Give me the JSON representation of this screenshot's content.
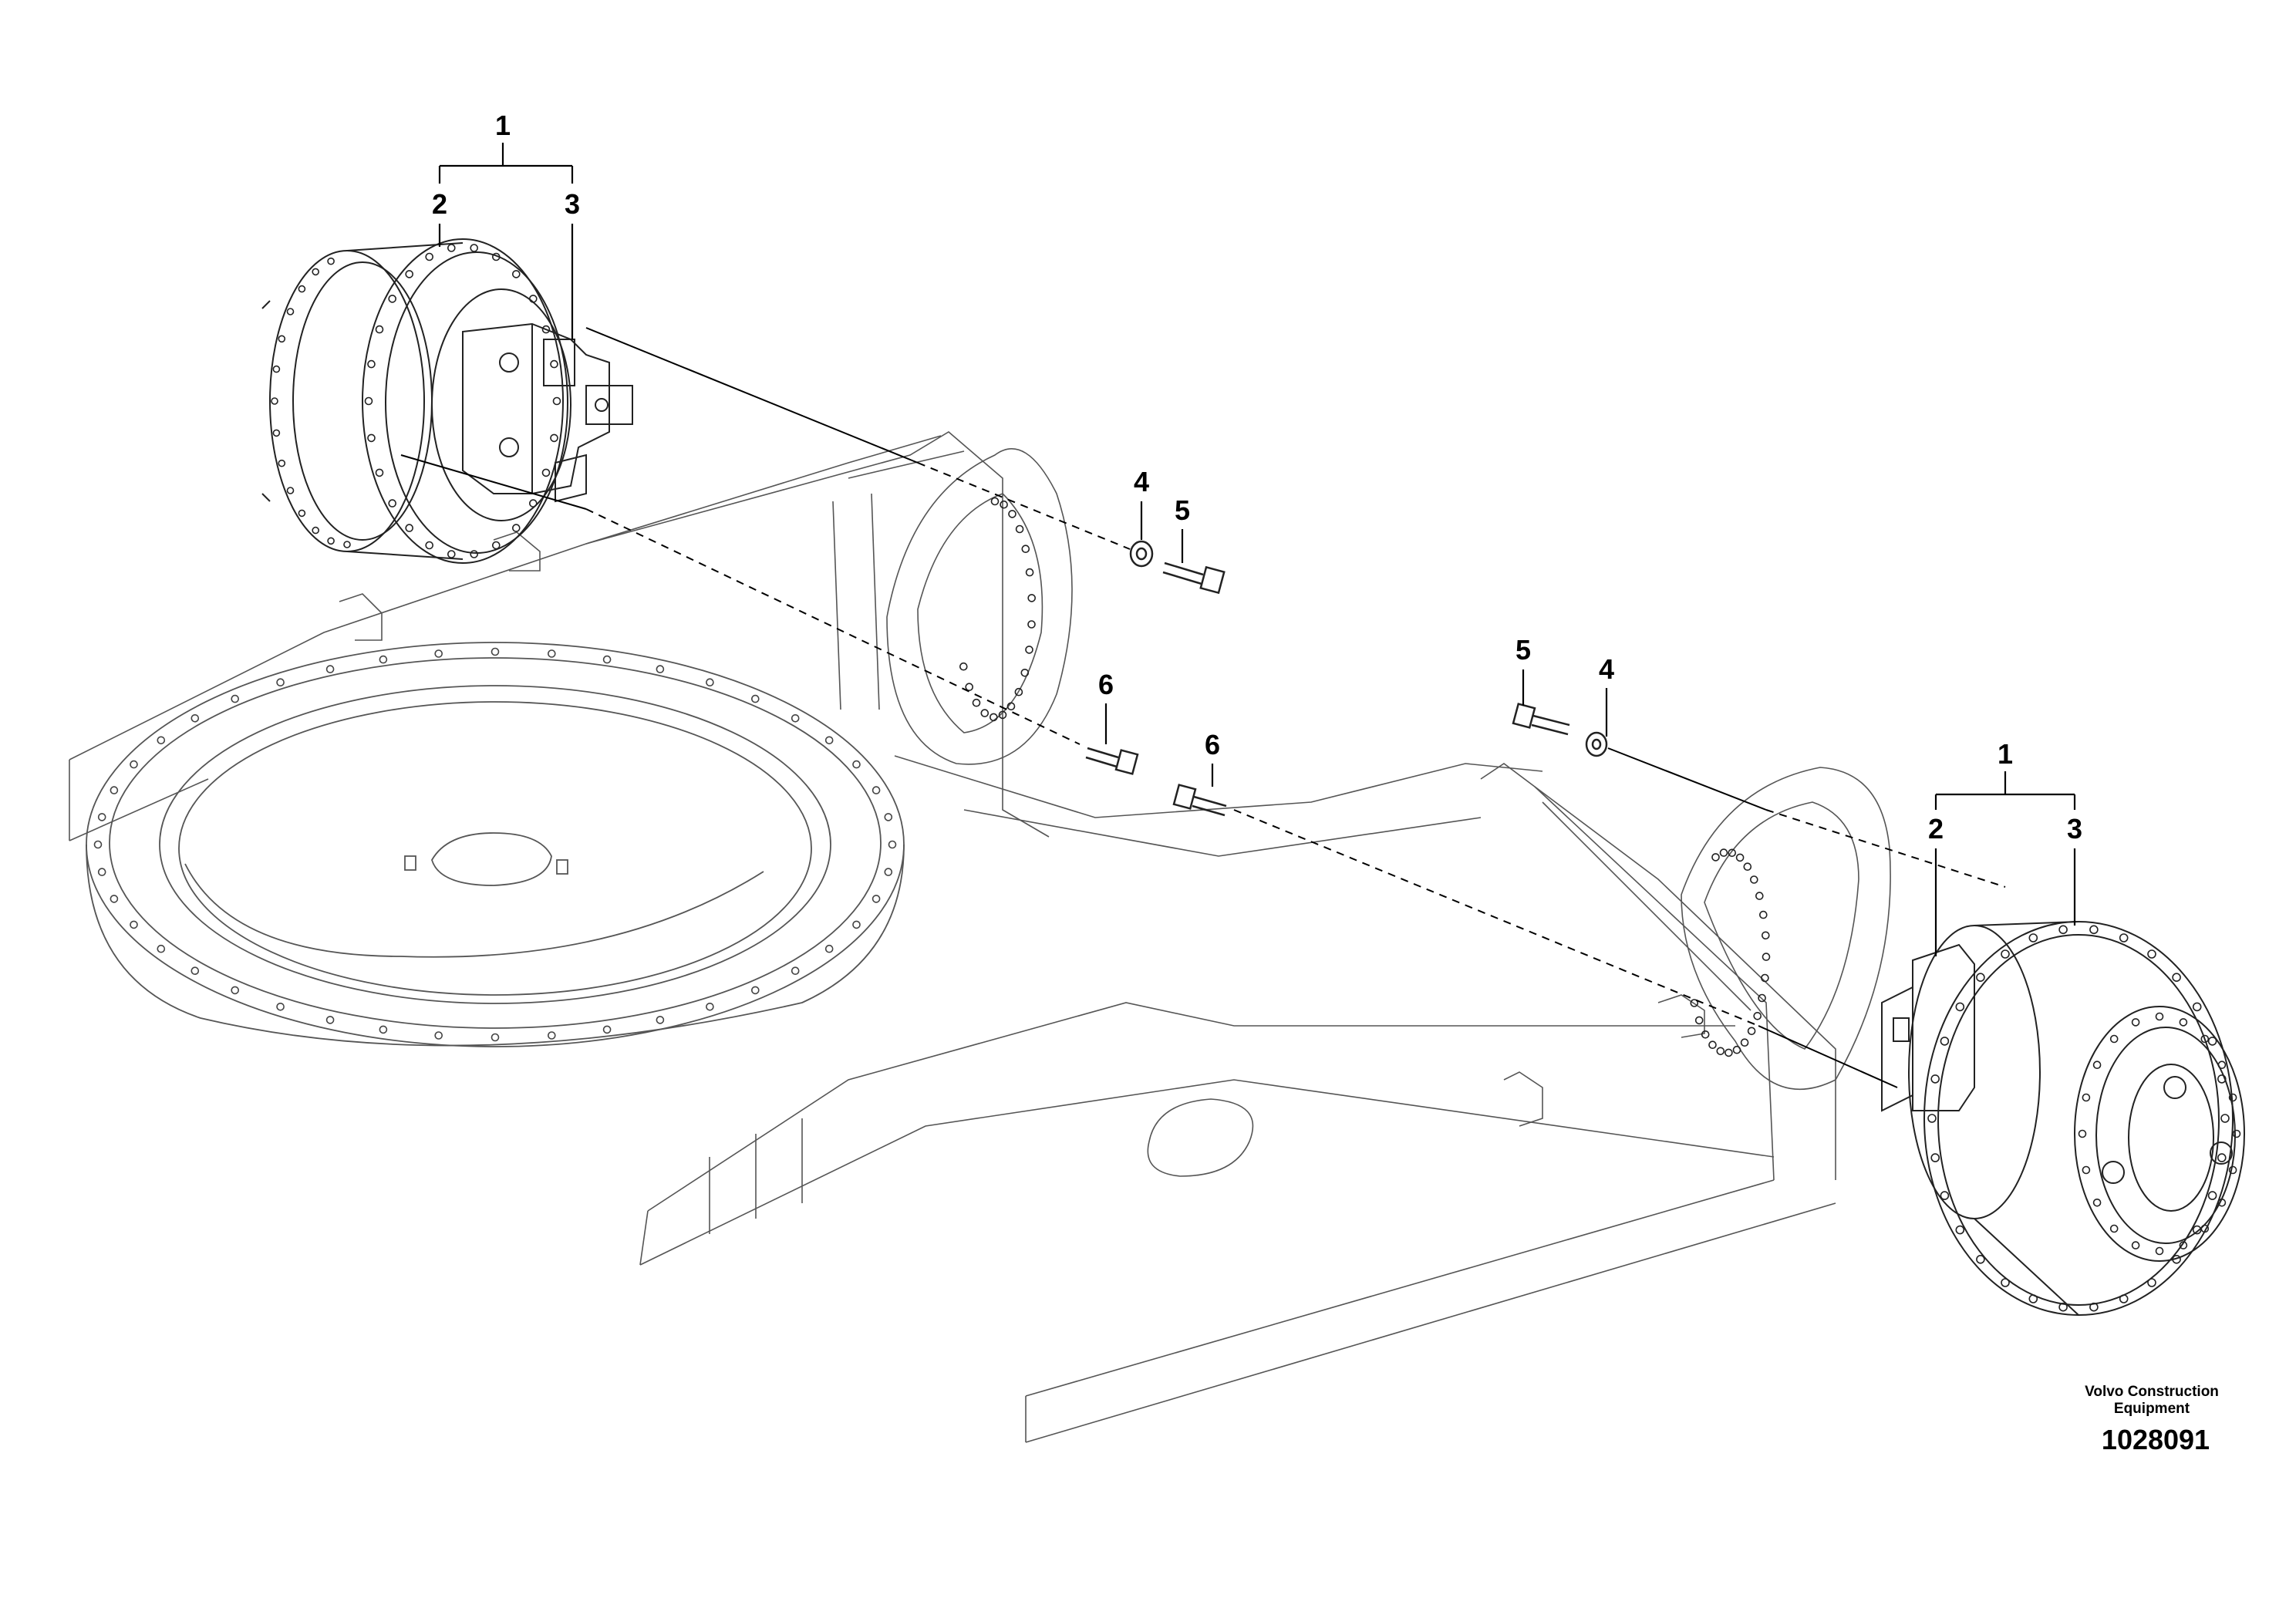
{
  "callouts": {
    "left_assembly": {
      "assembly": "1",
      "part_a": "2",
      "part_b": "3"
    },
    "right_assembly": {
      "assembly": "1",
      "part_a": "2",
      "part_b": "3"
    },
    "left_washer": "4",
    "left_bolt": "5",
    "left_screw": "6",
    "right_bolt": "5",
    "right_washer": "4",
    "right_screw": "6"
  },
  "brand": {
    "name_line1": "Volvo Construction",
    "name_line2": "Equipment",
    "figure_number": "1028091"
  },
  "colors": {
    "line": "#000000",
    "background": "#ffffff",
    "part_fill": "#ffffff"
  }
}
